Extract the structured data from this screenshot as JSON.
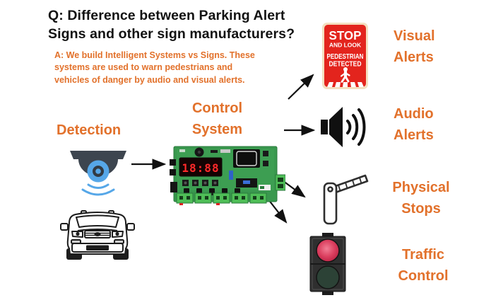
{
  "colors": {
    "accent_orange": "#E2712B",
    "title_black": "#121212",
    "sign_red": "#E3241D",
    "sign_border_cream": "#F4DFC0",
    "camera_blue": "#56A7E8",
    "pcb_green": "#39984E",
    "arrow_black": "#111111",
    "traffic_red_lit": "#D93C5C",
    "traffic_green_unlit": "#2C4236"
  },
  "qa": {
    "question": "Q: Difference between Parking Alert\nSigns and other sign manufacturers?",
    "answer": "A: We build Intelligent Systems vs Signs. These\nsystems are used to warn pedestrians and\nvehicles of danger by audio and visual alerts."
  },
  "nodes": {
    "detection": {
      "label": "Detection",
      "icons": [
        "dome-camera",
        "suv-front"
      ]
    },
    "control": {
      "label": "Control\nSystem",
      "icon": "circuit-board",
      "display": "18:88"
    },
    "visual": {
      "label": "Visual\nAlerts",
      "icon": "stop-sign"
    },
    "audio": {
      "label": "Audio\nAlerts",
      "icon": "speaker"
    },
    "physical": {
      "label": "Physical\nStops",
      "icon": "barrier-gate"
    },
    "traffic": {
      "label": "Traffic\nControl",
      "icon": "traffic-light"
    }
  },
  "stop_sign": {
    "line1": "STOP",
    "line2": "AND LOOK",
    "line3": "PEDESTRIAN",
    "line4": "DETECTED"
  }
}
